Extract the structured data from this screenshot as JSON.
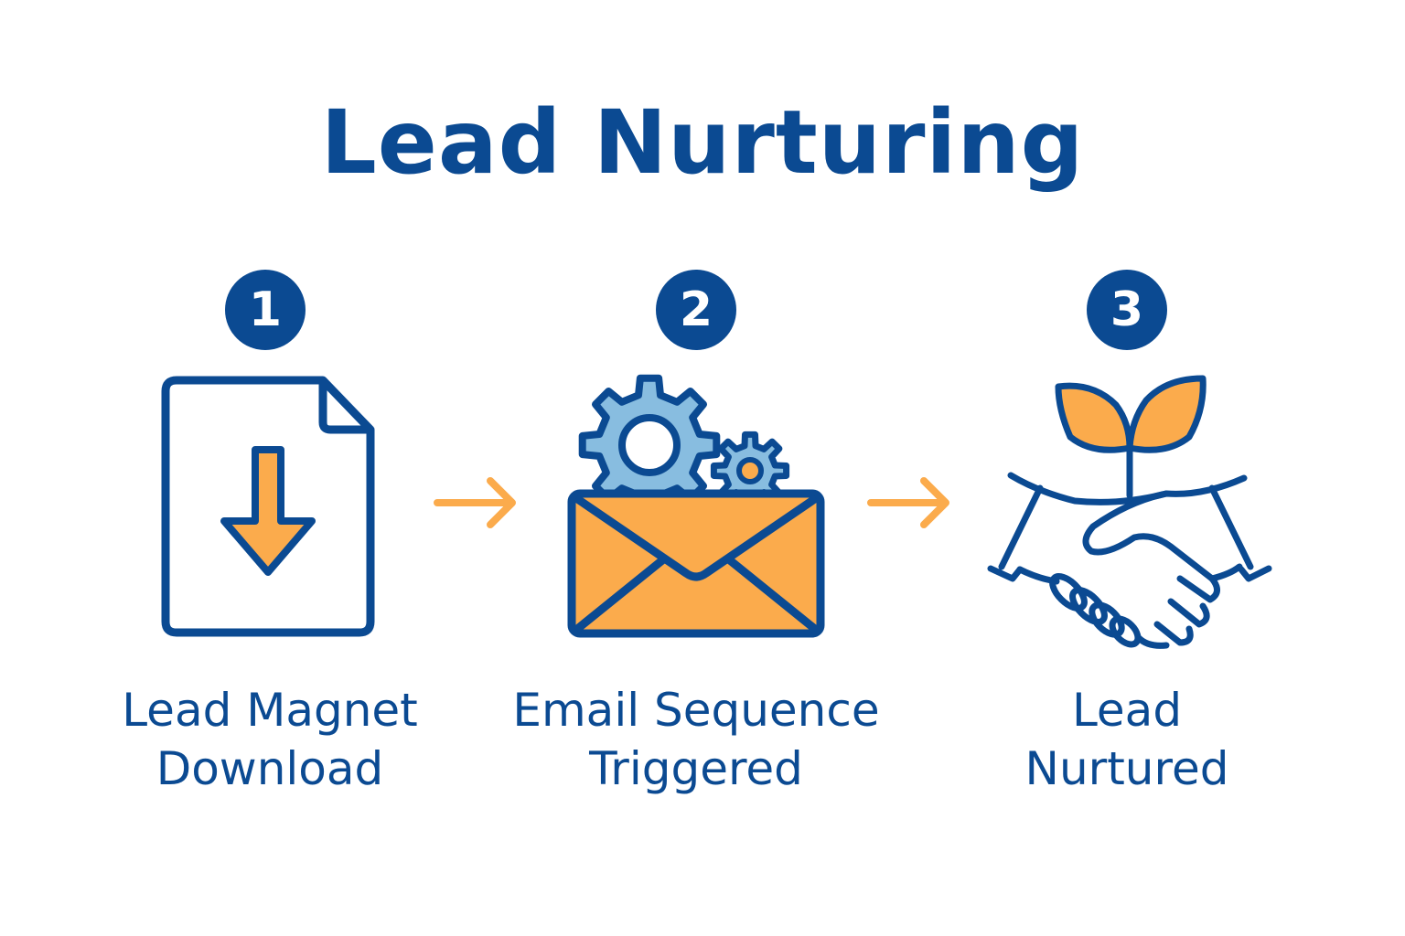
{
  "title": "Lead Nurturing",
  "colors": {
    "primary": "#0b4a92",
    "accent": "#fbab4c",
    "gear": "#88bde0"
  },
  "steps": [
    {
      "number": "1",
      "line1": "Lead Magnet",
      "line2": "Download",
      "icon": "file-download-icon"
    },
    {
      "number": "2",
      "line1": "Email Sequence",
      "line2": "Triggered",
      "icon": "email-gears-icon"
    },
    {
      "number": "3",
      "line1": "Lead",
      "line2": "Nurtured",
      "icon": "handshake-plant-icon"
    }
  ]
}
